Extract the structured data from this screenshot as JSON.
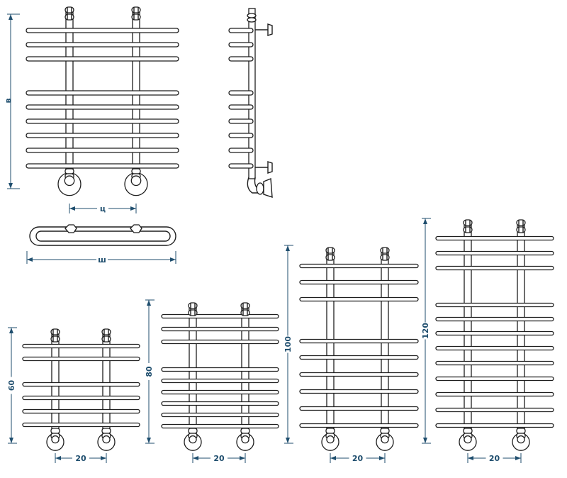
{
  "dimension_labels": {
    "height": "в",
    "centers": "ц",
    "width": "ш"
  },
  "variants": [
    {
      "height_label": "60",
      "centers_label": "20"
    },
    {
      "height_label": "80",
      "centers_label": "20"
    },
    {
      "height_label": "100",
      "centers_label": "20"
    },
    {
      "height_label": "120",
      "centers_label": "20"
    }
  ],
  "colors": {
    "line": "#1e1e1e",
    "dimension": "#1f4e6e"
  }
}
